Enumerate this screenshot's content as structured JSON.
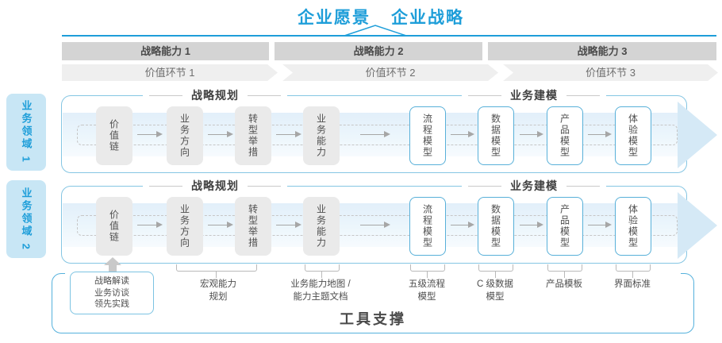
{
  "header": {
    "vision": "企业愿景",
    "strategy": "企业战略"
  },
  "capability_bars": [
    "战略能力 1",
    "战略能力 2",
    "战略能力 3"
  ],
  "value_links": [
    "价值环节 1",
    "价值环节 2",
    "价值环节 3"
  ],
  "domains": [
    "业务领域 1",
    "业务领域 2"
  ],
  "rows": [
    {
      "planning": "战略规划",
      "modeling": "业务建模",
      "boxes": [
        "价值链",
        "业务方向",
        "转型举措",
        "业务能力",
        "流程模型",
        "数据模型",
        "产品模型",
        "体验模型"
      ]
    },
    {
      "planning": "战略规划",
      "modeling": "业务建模",
      "boxes": [
        "价值链",
        "业务方向",
        "转型举措",
        "业务能力",
        "流程模型",
        "数据模型",
        "产品模型",
        "体验模型"
      ]
    }
  ],
  "annotations": {
    "source_box": "战略解读\n业务访谈\n领先实践",
    "labels": [
      "宏观能力\n规划",
      "业务能力地图 /\n能力主题文档",
      "五级流程\n模型",
      "C 级数据\n模型",
      "产品模板",
      "界面标准"
    ]
  },
  "footer": {
    "tool_support": "工具支撑"
  },
  "colors": {
    "accent": "#1e9ed9",
    "panel_border": "#85c6e3",
    "tab_bg": "#c8e6f5",
    "bar_bg": "#d4d4d4",
    "box_gray": "#eaeaea",
    "box_blue_border": "#58b0d9",
    "container_border": "#55b1dc"
  }
}
